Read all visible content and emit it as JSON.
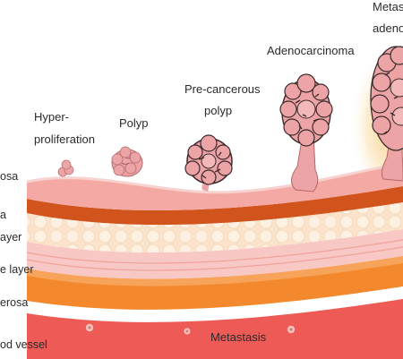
{
  "stages": {
    "hyperproliferation": [
      "Hyper-",
      "proliferation"
    ],
    "polyp": [
      "Polyp"
    ],
    "precancerous_polyp": [
      "Pre-cancerous",
      "polyp"
    ],
    "adenocarcinoma": [
      "Adenocarcinoma"
    ],
    "metastatic_adenocarcinoma": [
      "Metast",
      "adenoc"
    ]
  },
  "layers": {
    "mucosa": "osa",
    "submucosa": "a",
    "muscle_layer": "ayer",
    "muscle_layer_2": "e layer",
    "serosa": "erosa",
    "blood_vessel": "od vessel"
  },
  "blood_vessel_label": "Metastasis",
  "colors": {
    "mucosa_top": "#f7d3d0",
    "mucosa": "#f4a9a5",
    "submucosa": "#d2541d",
    "fat_layer": "#fbe3cc",
    "fat_cells": "#fdf0e2",
    "muscle": "#f7c8c4",
    "muscle_dark": "#f08f84",
    "serosa": "#f3882c",
    "blood_vessel": "#ee5b57",
    "polyp": "#eda4a7",
    "polyp_dark": "#3a2a2a",
    "glow": "#f6c56e"
  }
}
